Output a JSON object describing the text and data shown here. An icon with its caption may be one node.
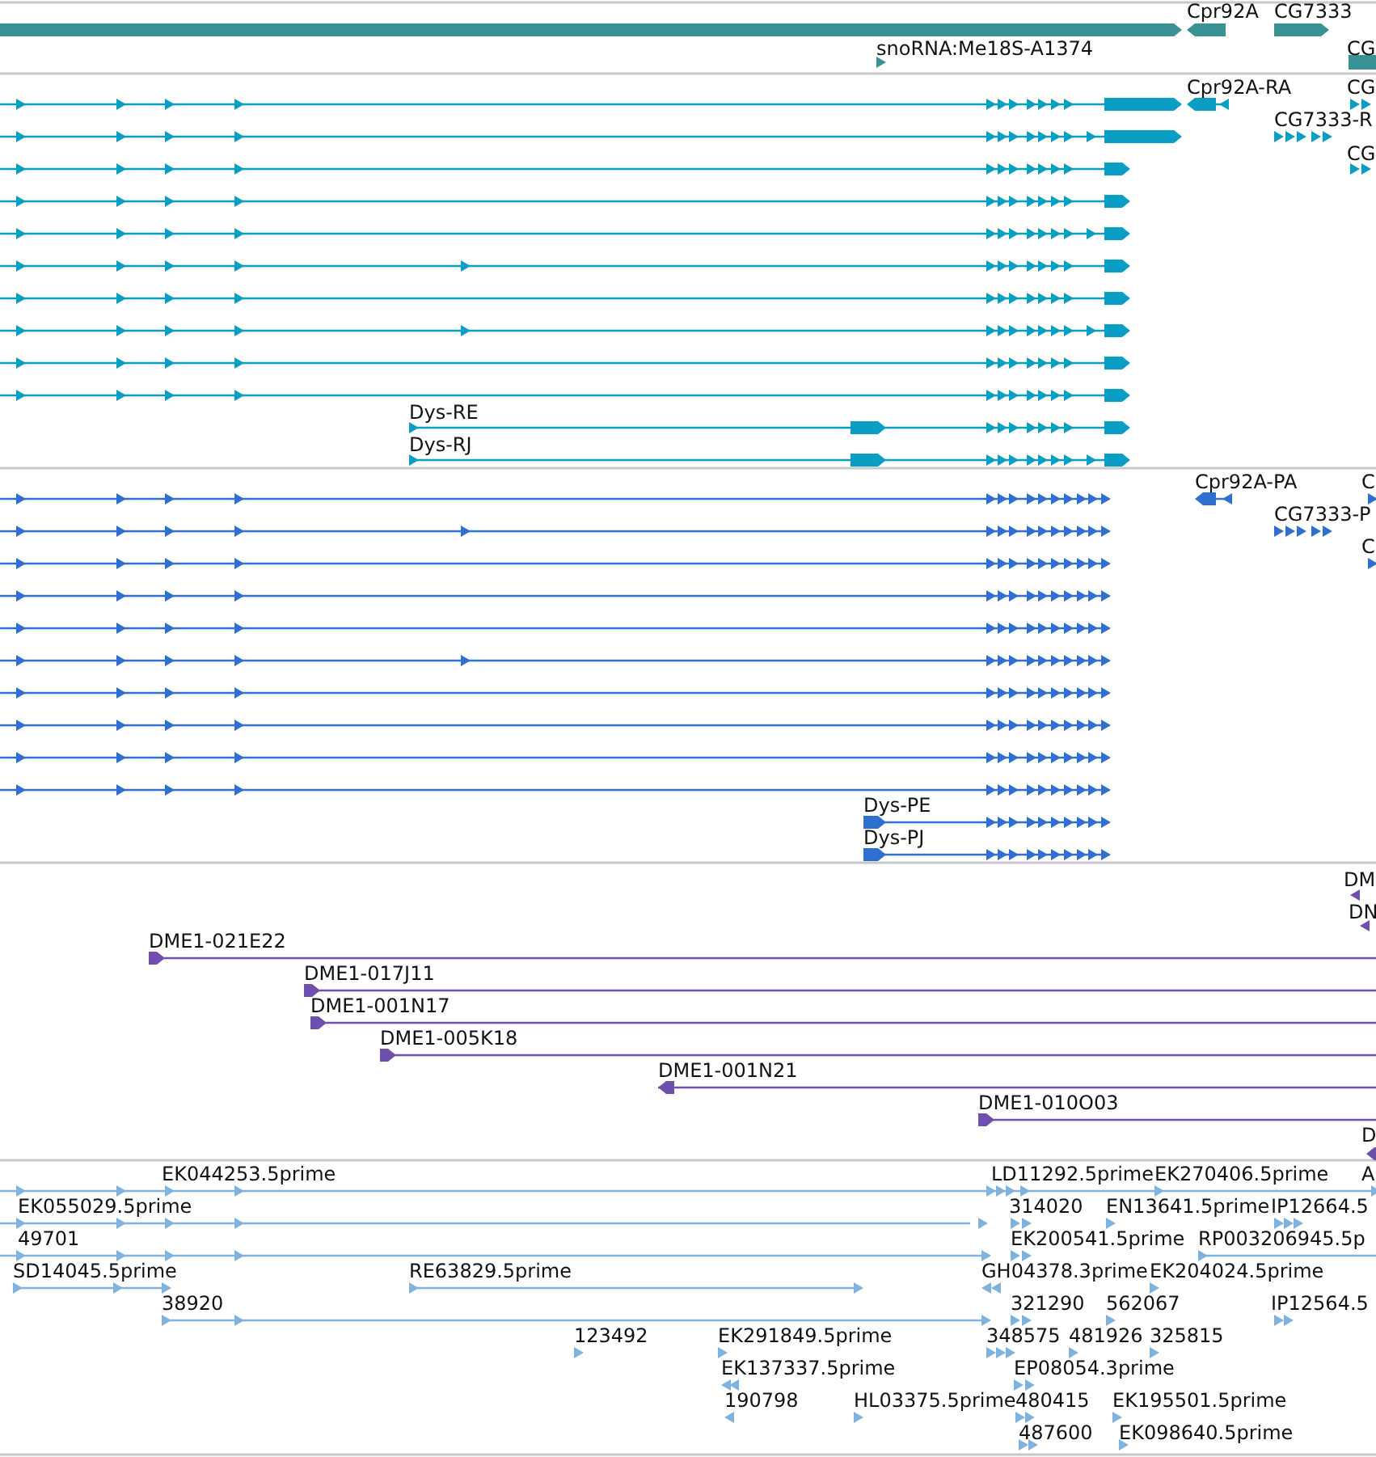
{
  "diagram": {
    "labels": [
      "Cpr92A",
      "CG7333",
      "snoRNA:Me18S-A1374",
      "CG",
      "Cpr92A-RA",
      "CG",
      "CG7333-R",
      "CG",
      "Dys-RE",
      "Dys-RJ",
      "Cpr92A-PA",
      "C",
      "CG7333-P",
      "C",
      "Dys-PE",
      "Dys-PJ",
      "DM",
      "DN",
      "DME1-021E22",
      "DME1-017J11",
      "DME1-001N17",
      "DME1-005K18",
      "DME1-001N21",
      "DME1-010O03",
      "D",
      "EK044253.5prime",
      "LD11292.5prime",
      "EK270406.5prime",
      "A",
      "EK055029.5prime",
      "314020",
      "EN13641.5prime",
      "IP12664.5",
      "49701",
      "EK200541.5prime",
      "RP003206945.5p",
      "SD14045.5prime",
      "RE63829.5prime",
      "GH04378.3prime",
      "EK204024.5prime",
      "38920",
      "321290",
      "562067",
      "IP12564.5",
      "123492",
      "EK291849.5prime",
      "348575",
      "481926",
      "325815",
      "EK137337.5prime",
      "EP08054.3prime",
      "190798",
      "HL03375.5prime",
      "480415",
      "EK195501.5prime",
      "487600",
      "EK098640.5prime"
    ]
  }
}
